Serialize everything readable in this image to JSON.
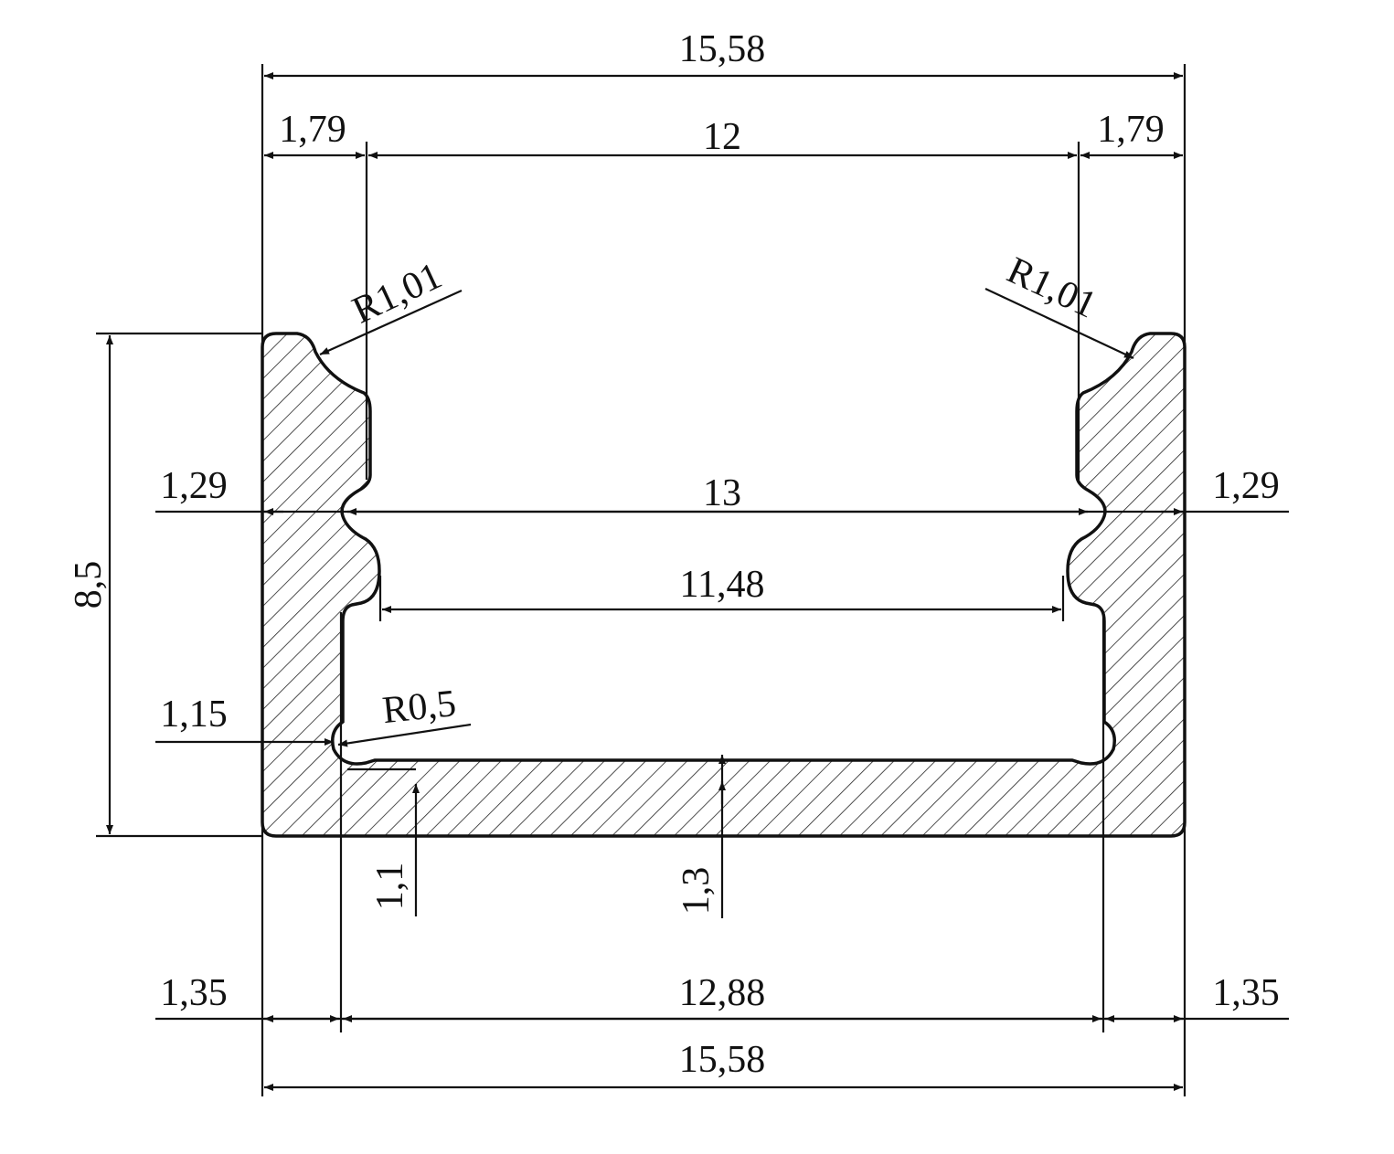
{
  "drawing": {
    "title": "Aluminium U-profile cross-section",
    "dimensions": {
      "overall_width_top": "15,58",
      "left_flange_top": "1,79",
      "opening_top": "12",
      "right_flange_top": "1,79",
      "radius_left": "R1,01",
      "radius_right": "R1,01",
      "left_groove": "1,29",
      "groove_width": "13",
      "right_groove": "1,29",
      "inner_width": "11,48",
      "height": "8,5",
      "lower_groove": "1,15",
      "radius_small": "R0,5",
      "floor_offset": "1,1",
      "floor_thickness": "1,3",
      "left_wall_bottom": "1,35",
      "inner_bottom": "12,88",
      "right_wall_bottom": "1,35",
      "overall_width_bottom": "15,58"
    }
  }
}
